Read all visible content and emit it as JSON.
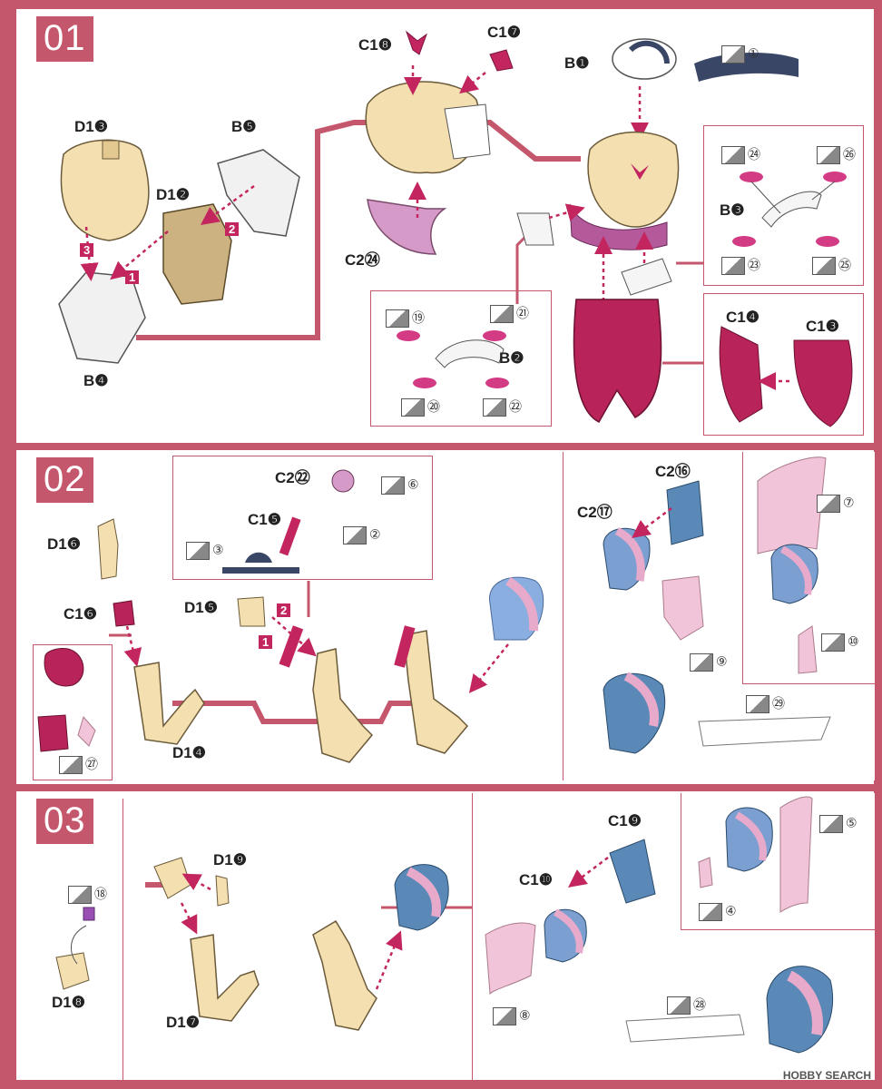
{
  "colors": {
    "frame": "#c5576d",
    "skin": "#f3dfb0",
    "magenta": "#c3265f",
    "pink": "#e8aacb",
    "blue": "#5a89b8",
    "white": "#ffffff"
  },
  "steps": [
    "01",
    "02",
    "03"
  ],
  "step1": {
    "parts": {
      "c1_8": "C1❽",
      "c1_7": "C1❼",
      "b1": "B❶",
      "d1_3": "D1❸",
      "b5": "B❺",
      "d1_2": "D1❷",
      "c2_24": "C2㉔",
      "b4": "B❹",
      "b3": "B❸",
      "b2": "B❷",
      "c1_4": "C1❹",
      "c1_3": "C1❸"
    },
    "stickers": {
      "s1": "①",
      "s24": "㉔",
      "s26": "㉖",
      "s23": "㉓",
      "s25": "㉕",
      "s19": "⑲",
      "s21": "㉑",
      "s20": "⑳",
      "s22": "㉒"
    },
    "order": [
      "3",
      "2",
      "1"
    ]
  },
  "step2": {
    "parts": {
      "c2_22": "C2㉒",
      "c1_5": "C1❺",
      "d1_6": "D1❻",
      "c1_6": "C1❻",
      "d1_5": "D1❺",
      "d1_4": "D1❹",
      "c2_16": "C2⑯",
      "c2_17": "C2⑰"
    },
    "stickers": {
      "s6": "⑥",
      "s3": "③",
      "s2": "②",
      "s27": "㉗",
      "s7": "⑦",
      "s9": "⑨",
      "s10": "⑩",
      "s29": "㉙"
    },
    "order": [
      "2",
      "1"
    ]
  },
  "step3": {
    "parts": {
      "d1_9": "D1❾",
      "d1_7": "D1❼",
      "d1_8": "D1❽",
      "c1_9": "C1❾",
      "c1_10": "C1❿"
    },
    "stickers": {
      "s18": "⑱",
      "s5": "⑤",
      "s4": "④",
      "s8": "⑧",
      "s28": "㉘"
    }
  },
  "credit": "HOBBY SEARCH"
}
